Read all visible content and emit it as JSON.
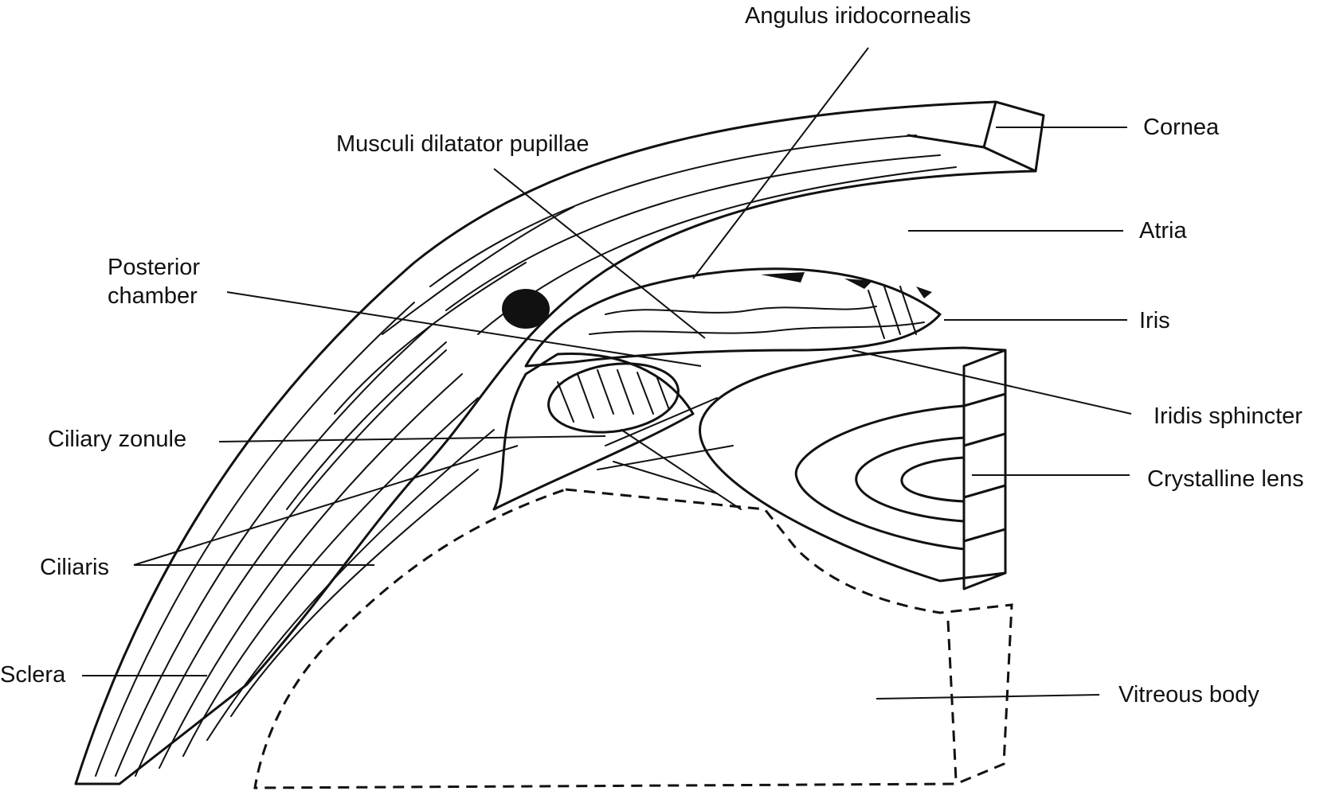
{
  "labels": {
    "angulus": "Angulus iridocornealis",
    "cornea": "Cornea",
    "musculi": "Musculi dilatator pupillae",
    "atria": "Atria",
    "posterior": "Posterior\nchamber",
    "iris": "Iris",
    "iridis": "Iridis sphincter",
    "ciliary_zonule": "Ciliary zonule",
    "lens": "Crystalline lens",
    "ciliaris": "Ciliaris",
    "sclera": "Sclera",
    "vitreous": "Vitreous body"
  },
  "colors": {
    "ink": "#111111",
    "background": "#ffffff"
  }
}
